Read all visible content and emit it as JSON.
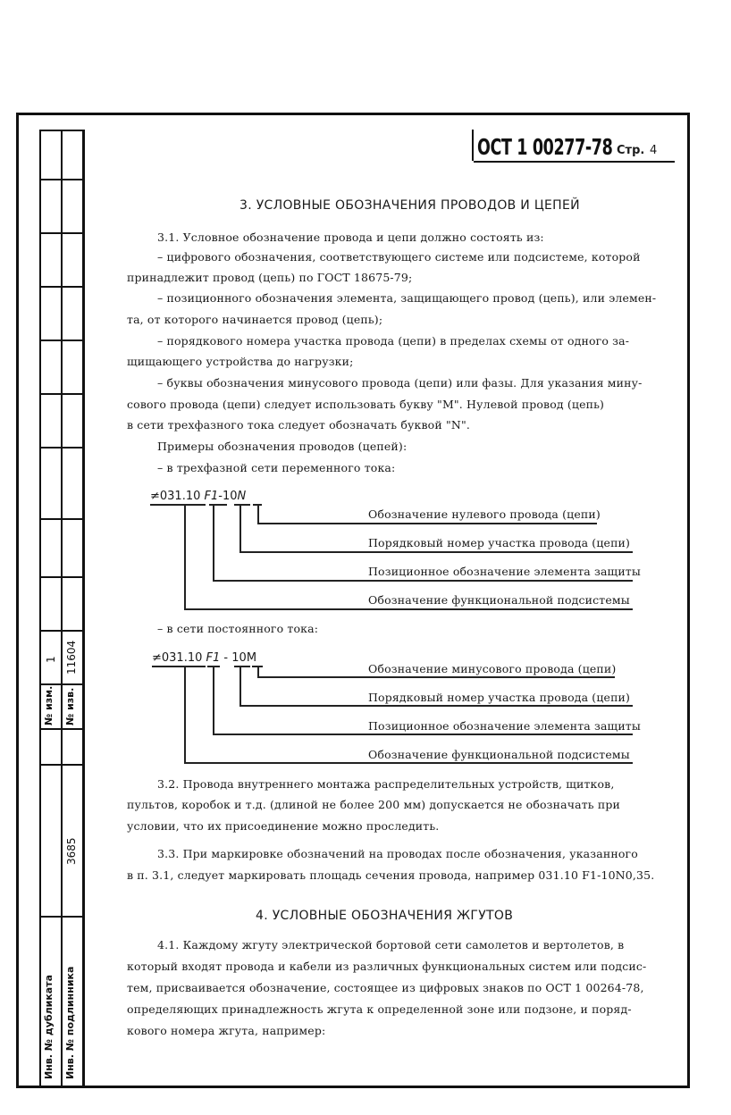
{
  "header": {
    "doc_number": "ОСТ 1 00277-78",
    "page_label": "Стр.",
    "page_number": "4"
  },
  "side_block": {
    "izm_label": "№ изм.",
    "izv_label": "№ изв.",
    "izm_value": "1",
    "izv_value": "11604",
    "inv_dubl_label": "Инв. № дубликата",
    "inv_podl_label": "Инв. № подлинника",
    "inv_podl_value": "3685"
  },
  "section3": {
    "title": "3. УСЛОВНЫЕ ОБОЗНАЧЕНИЯ ПРОВОДОВ И ЦЕПЕЙ",
    "lines": [
      "3.1. Условное обозначение провода и цепи должно состоять из:",
      "– цифрового обозначения, соответствующего системе или подсистеме, которой",
      "принадлежит провод (цепь) по ГОСТ 18675-79;",
      "– позиционного обозначения элемента, защищающего провод (цепь), или элемен-",
      "та, от которого начинается провод (цепь);",
      "– порядкового номера участка провода (цепи) в пределах схемы от одного за-",
      "щищающего устройства до нагрузки;",
      "– буквы обозначения минусового провода (цепи) или фазы. Для указания мину-",
      "сового провода (цепи) следует использовать букву \"М\". Нулевой провод (цепь)",
      "в сети трехфазного тока следует обозначать буквой \"N\".",
      "Примеры обозначения проводов (цепей):",
      "– в трехфазной сети переменного тока:"
    ],
    "diagram1": {
      "code_prefix": "≠031.10",
      "code_elem": "F1",
      "code_dash": "-",
      "code_num": "10",
      "code_suffix": "N",
      "labels": [
        "Обозначение нулевого провода (цепи)",
        "Порядковый номер участка провода (цепи)",
        "Позиционное обозначение элемента защиты",
        "Обозначение функциональной подсистемы"
      ]
    },
    "dc_intro": "– в сети постоянного тока:",
    "diagram2": {
      "code_prefix": "≠031.10",
      "code_elem": "F1",
      "code_dash": "-",
      "code_num": "10",
      "code_suffix": "М",
      "labels": [
        "Обозначение минусового провода (цепи)",
        "Порядковый номер участка провода (цепи)",
        "Позиционное обозначение элемента защиты",
        "Обозначение функциональной подсистемы"
      ]
    },
    "p32": [
      "3.2. Провода внутреннего монтажа распределительных устройств, щитков,",
      "пультов, коробок и т.д. (длиной не более 200 мм) допускается не обозначать при",
      "условии, что их присоединение можно проследить."
    ],
    "p33": [
      "3.3. При маркировке обозначений на проводах после обозначения, указанного",
      "в п. 3.1, следует маркировать площадь сечения провода, например 031.10  F1-10N0,35."
    ]
  },
  "section4": {
    "title": "4. УСЛОВНЫЕ ОБОЗНАЧЕНИЯ ЖГУТОВ",
    "lines": [
      "4.1. Каждому жгуту электрической бортовой сети самолетов и вертолетов, в",
      "который входят провода и кабели из различных функциональных систем или подсис-",
      "тем, присваивается обозначение, состоящее из цифровых знаков по ОСТ 1 00264-78,",
      "определяющих принадлежность жгута к определенной зоне или подзоне, и поряд-",
      "кового номера жгута, например:"
    ]
  }
}
